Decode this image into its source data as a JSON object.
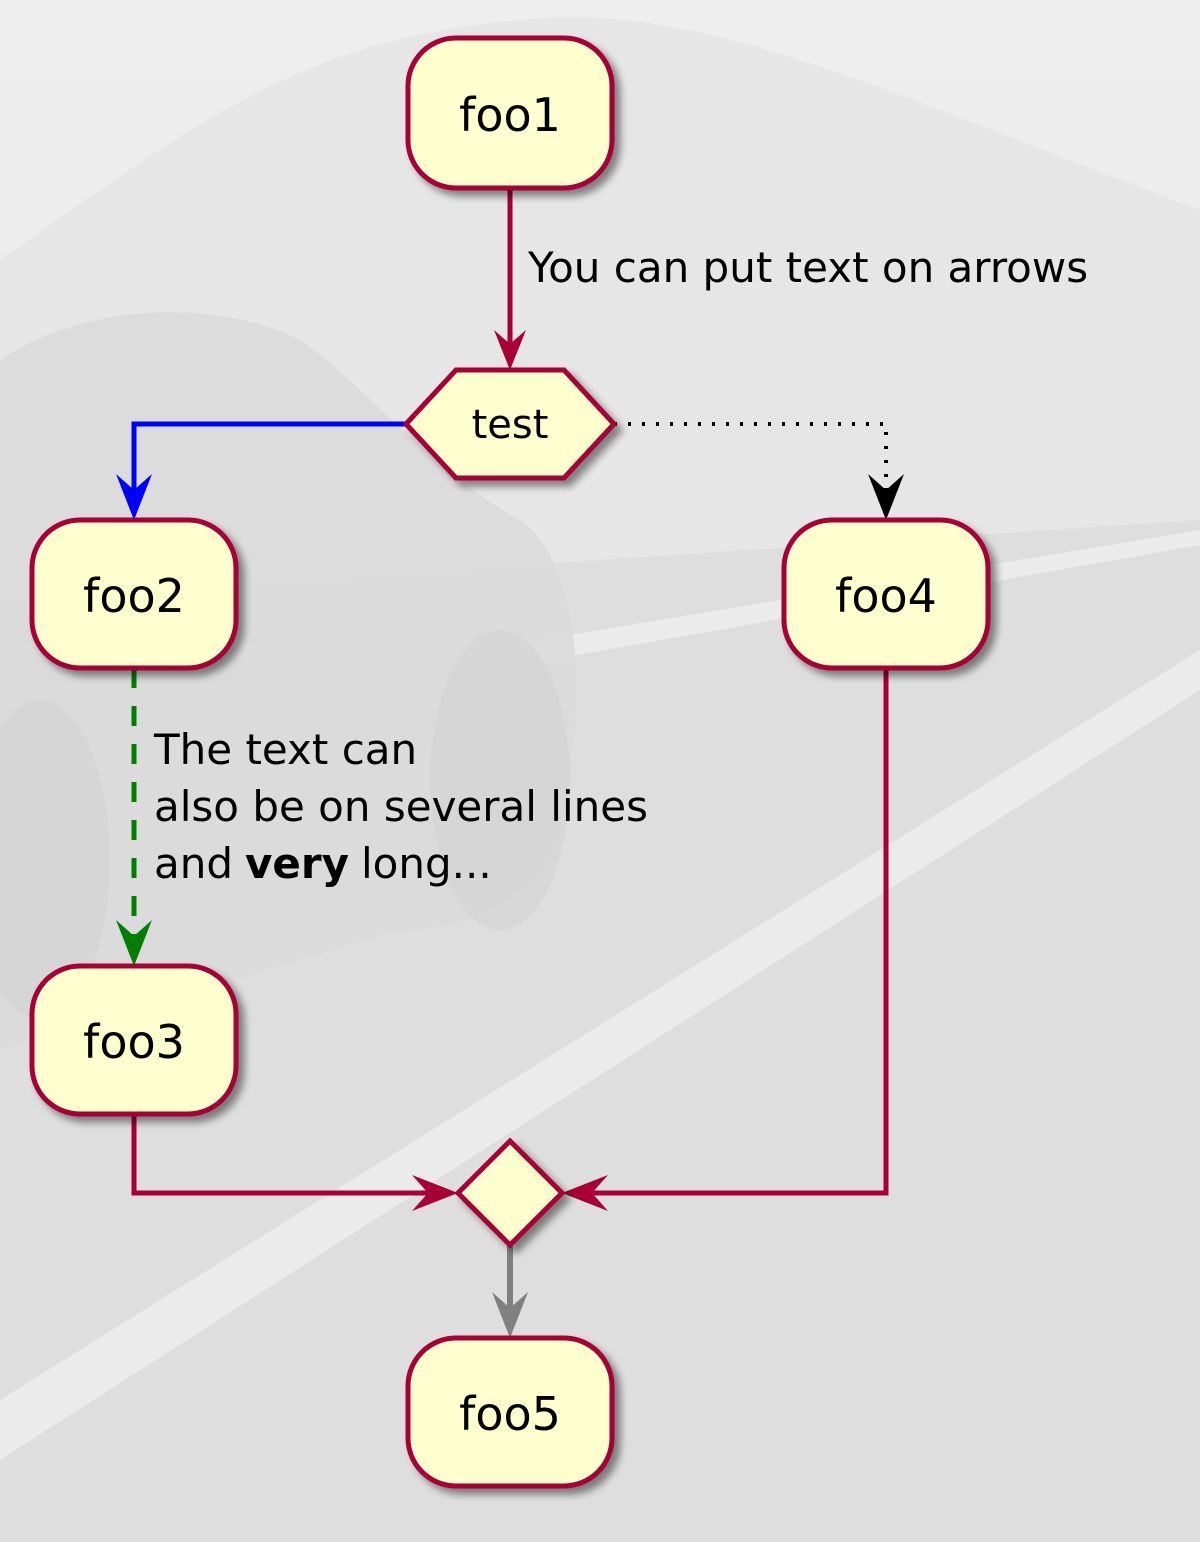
{
  "diagram": {
    "nodes": {
      "foo1": "foo1",
      "test": "test",
      "foo2": "foo2",
      "foo4": "foo4",
      "foo3": "foo3",
      "foo5": "foo5"
    },
    "arrow_labels": {
      "foo1_to_test": "You can put text on arrows",
      "foo2_to_foo3": {
        "line1": "The text can",
        "line2": "also be on several lines",
        "line3_pre": "and",
        "line3_bold": "very",
        "line3_post": "long..."
      }
    },
    "colors": {
      "node_fill": "#fefece",
      "node_border": "#a80036",
      "arrow_default": "#a80036",
      "arrow_test_left": "#0000ff",
      "arrow_test_right": "#000000",
      "arrow_foo2_foo3": "#008000",
      "arrow_merge_foo5": "#808080",
      "background": "#e4e4e4"
    }
  }
}
